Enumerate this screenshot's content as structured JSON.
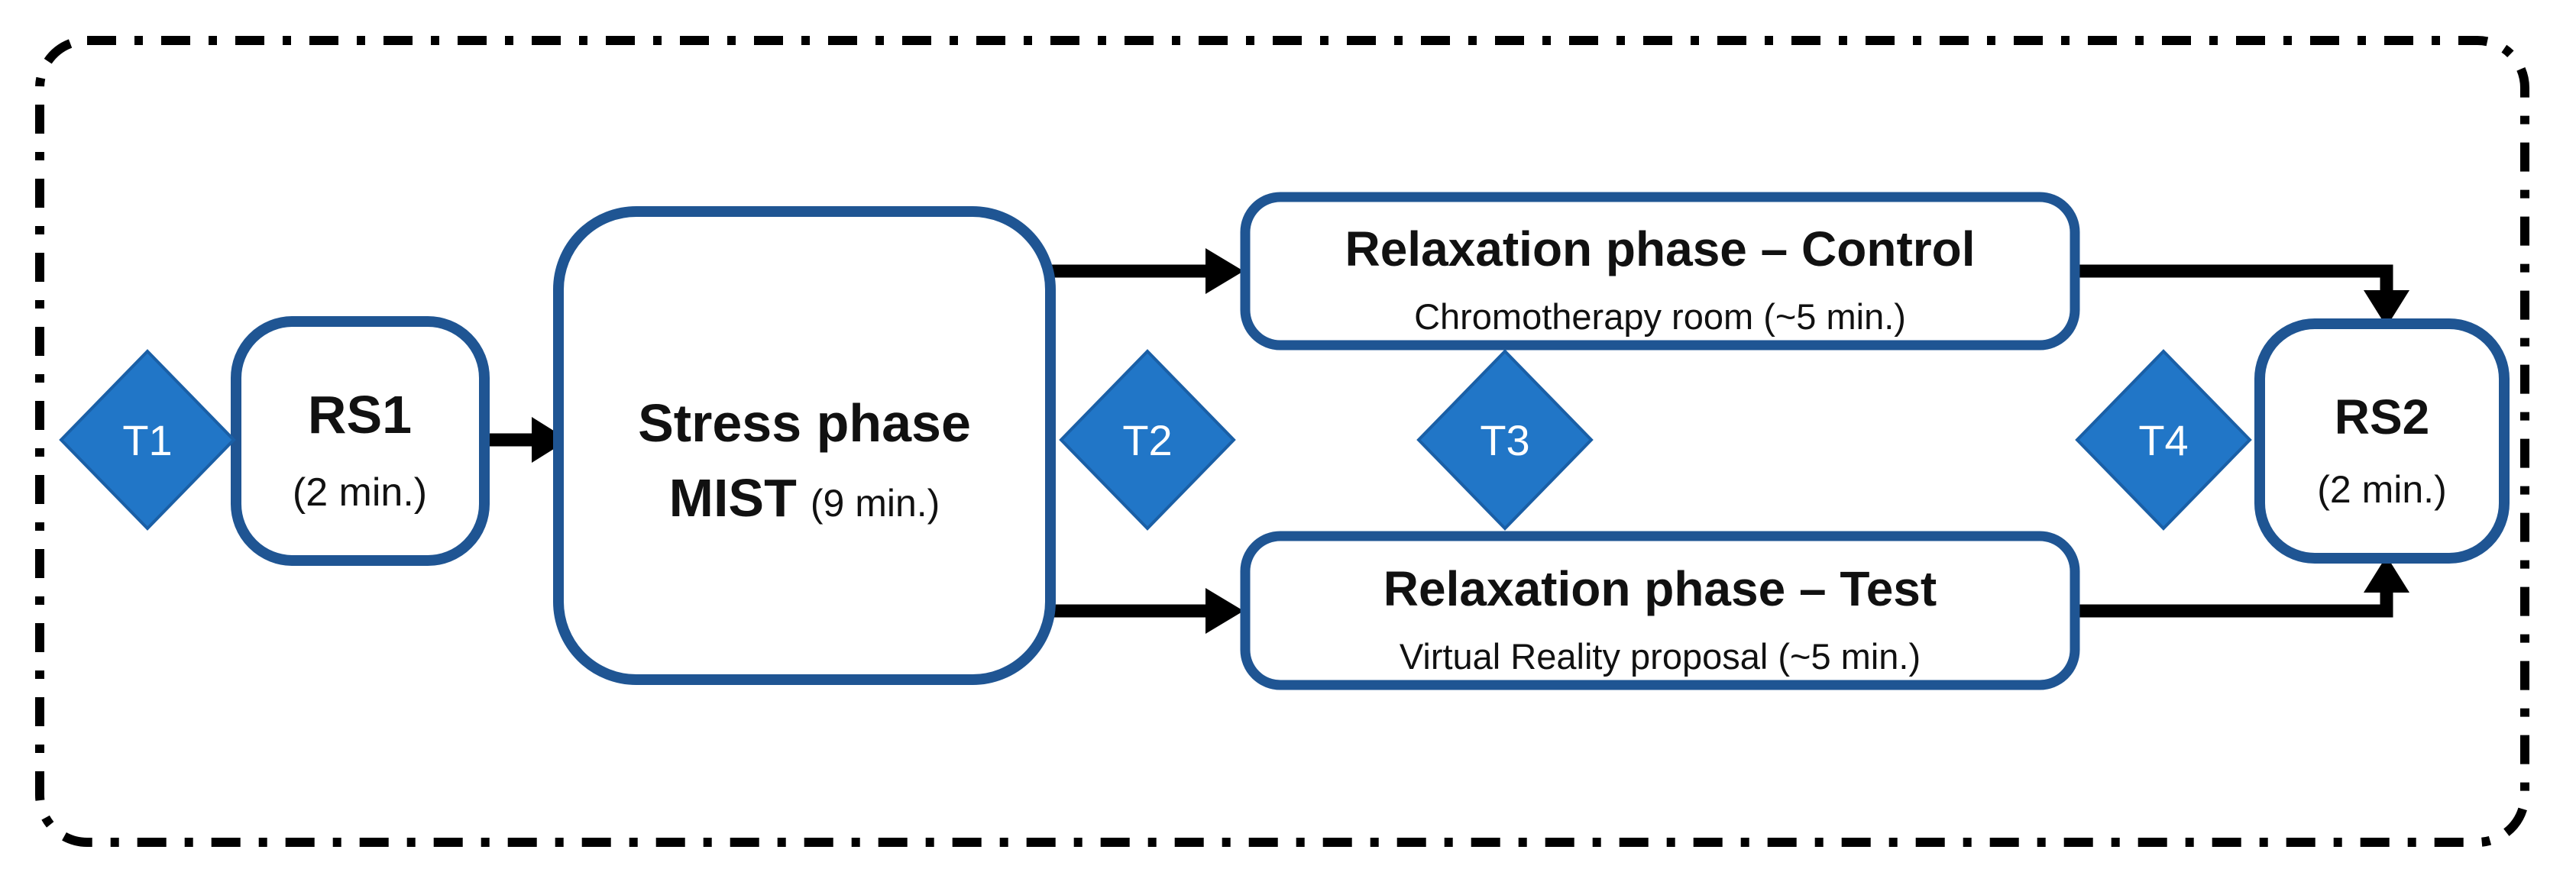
{
  "figure": {
    "nodes": {
      "rs1": {
        "title": "RS1",
        "duration": "(2 min.)"
      },
      "stress": {
        "title": "Stress phase",
        "acronym": "MIST",
        "duration": "(9 min.)"
      },
      "relax_control": {
        "title": "Relaxation phase – Control",
        "subtitle": "Chromotherapy room (~5 min.)"
      },
      "relax_test": {
        "title": "Relaxation phase – Test",
        "subtitle": "Virtual Reality proposal (~5 min.)"
      },
      "rs2": {
        "title": "RS2",
        "duration": "(2 min.)"
      }
    },
    "timepoints": [
      {
        "label": "T1"
      },
      {
        "label": "T2"
      },
      {
        "label": "T3"
      },
      {
        "label": "T4"
      }
    ],
    "colors": {
      "diamond_fill": "#2176C7",
      "diamond_stroke": "#1A5FA6",
      "diamond_text": "#FFFFFF",
      "node_border": "#1F5593",
      "node_fill": "#FFFFFF",
      "arrow": "#000000",
      "text": "#111111",
      "outer_border": "#000000"
    }
  }
}
